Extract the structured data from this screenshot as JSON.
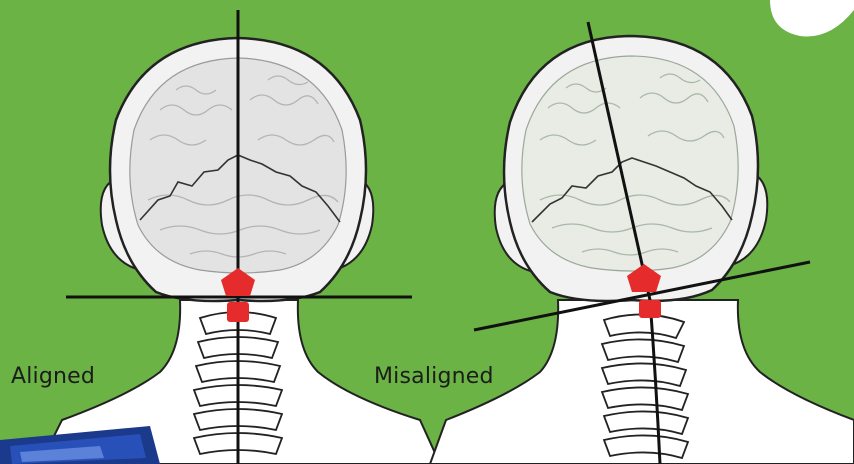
{
  "labels": {
    "aligned": "Aligned",
    "misaligned": "Misaligned"
  },
  "colors": {
    "background": "#6ab344",
    "skull": "#f2f2f2",
    "brain": "#e4e4e4",
    "outline": "#222222",
    "axis_line": "#111111",
    "atlas_marker": "#e52b2b",
    "neck": "#ffffff",
    "corner_graphic": "#1b3a8c"
  },
  "icons": {
    "atlas_marker": "red-pentagon-marker",
    "spine": "cervical-vertebrae"
  }
}
